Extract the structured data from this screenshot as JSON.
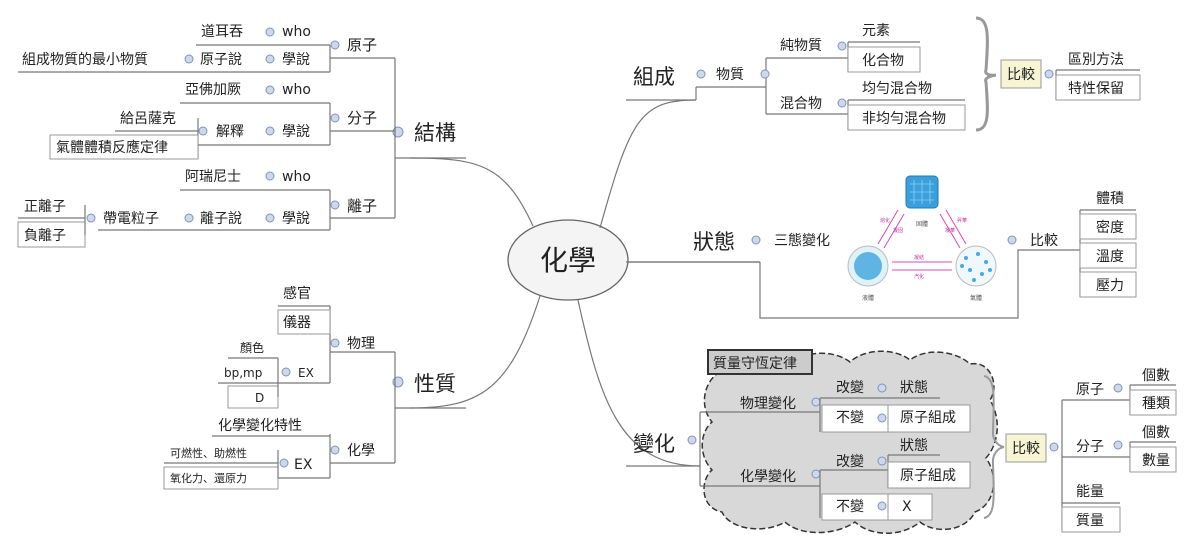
{
  "center": "化學",
  "structure": {
    "label": "結構",
    "atom": {
      "label": "原子",
      "who_label": "who",
      "who": "道耳吞",
      "theory_label": "學說",
      "theory": "原子說",
      "theory_def": "組成物質的最小物質"
    },
    "molecule": {
      "label": "分子",
      "who_label": "who",
      "who": "亞佛加厥",
      "theory_label": "學說",
      "explain": "解釋",
      "explain_who": "給呂薩克",
      "law": "氣體體積反應定律"
    },
    "ion": {
      "label": "離子",
      "who_label": "who",
      "who": "阿瑞尼士",
      "theory_label": "學說",
      "theory": "離子說",
      "particle": "帶電粒子",
      "pos": "正離子",
      "neg": "負離子"
    }
  },
  "properties": {
    "label": "性質",
    "physical": {
      "label": "物理",
      "senses": "感官",
      "instrument": "儀器",
      "ex": "EX",
      "color": "顏色",
      "bpmp": "bp,mp",
      "d": "D"
    },
    "chemical": {
      "label": "化學",
      "change_prop": "化學變化特性",
      "ex": "EX",
      "flammable": "可燃性、助燃性",
      "redox": "氧化力、還原力"
    }
  },
  "composition": {
    "label": "組成",
    "matter": "物質",
    "pure": "純物質",
    "element": "元素",
    "compound": "化合物",
    "mixture": "混合物",
    "homogeneous": "均勻混合物",
    "heterogeneous": "非均勻混合物",
    "compare": "比較",
    "distinguish": "區別方法",
    "retain": "特性保留"
  },
  "state": {
    "label": "狀態",
    "three_phase": "三態變化",
    "compare": "比較",
    "items": [
      "體積",
      "密度",
      "溫度",
      "壓力"
    ],
    "diagram": {
      "solid": "固體",
      "liquid": "液體",
      "gas": "氣體",
      "melt": "熔化",
      "freeze": "凝固",
      "vaporize": "汽化",
      "condense": "凝結",
      "sublime": "昇華",
      "deposit": "凝華"
    }
  },
  "change": {
    "label": "變化",
    "law": "質量守恆定律",
    "physical": "物理變化",
    "chemical": "化學變化",
    "changed": "改變",
    "unchanged": "不變",
    "state": "狀態",
    "atom_comp": "原子組成",
    "x": "X",
    "compare": "比較",
    "atom": "原子",
    "molecule": "分子",
    "count": "個數",
    "kind": "種類",
    "quantity": "數量",
    "energy": "能量",
    "mass": "質量"
  },
  "colors": {
    "line": "#777777",
    "toggle": "#cfd8ea",
    "compare_fill": "#f7f5d4",
    "cloud_fill": "#d8d8d8",
    "law_fill": "#cccccc"
  }
}
